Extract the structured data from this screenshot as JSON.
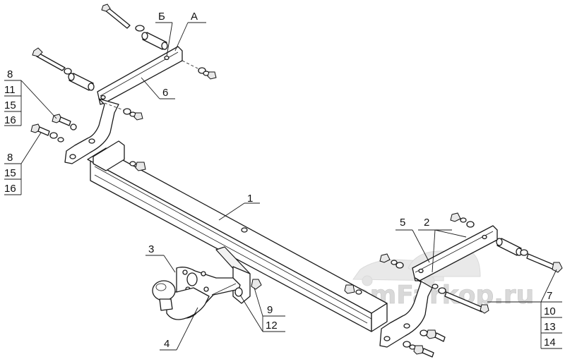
{
  "watermark": {
    "text": "VsemFarkop.ru"
  },
  "callouts": {
    "n1": "1",
    "n2": "2",
    "n3": "3",
    "n4": "4",
    "n5": "5",
    "n6": "6",
    "nA": "А",
    "nB": "Б",
    "left_upper": [
      "8",
      "11",
      "15",
      "16"
    ],
    "left_lower": [
      "8",
      "15",
      "16"
    ],
    "right_stack": [
      "7",
      "10",
      "13",
      "14"
    ],
    "bottom_stack": [
      "9",
      "12"
    ]
  }
}
